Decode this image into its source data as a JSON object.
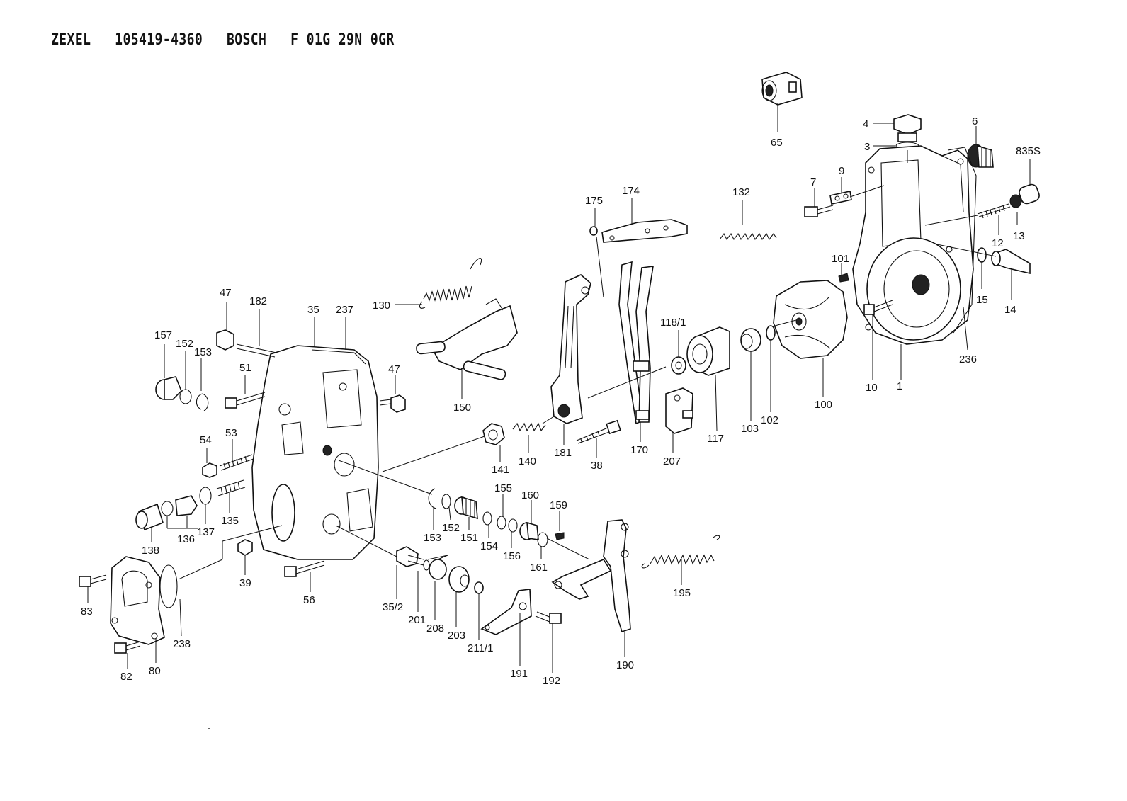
{
  "header": {
    "title": "ZEXEL   105419-4360   BOSCH   F 01G 29N 0GR"
  },
  "callouts": [
    "65",
    "4",
    "3",
    "6",
    "835S",
    "7",
    "9",
    "12",
    "13",
    "15",
    "14",
    "101",
    "10",
    "1",
    "236",
    "100",
    "102",
    "103",
    "117",
    "118/1",
    "132",
    "174",
    "175",
    "130",
    "150",
    "181",
    "38",
    "170",
    "207",
    "140",
    "141",
    "47",
    "182",
    "35",
    "237",
    "157",
    "152",
    "153",
    "51",
    "54",
    "53",
    "138",
    "136",
    "137",
    "135",
    "39",
    "56",
    "155",
    "160",
    "159",
    "153",
    "152",
    "151",
    "154",
    "156",
    "161",
    "35/2",
    "201",
    "208",
    "203",
    "211/1",
    "191",
    "192",
    "190",
    "195",
    "83",
    "80",
    "82",
    "238",
    "47"
  ]
}
